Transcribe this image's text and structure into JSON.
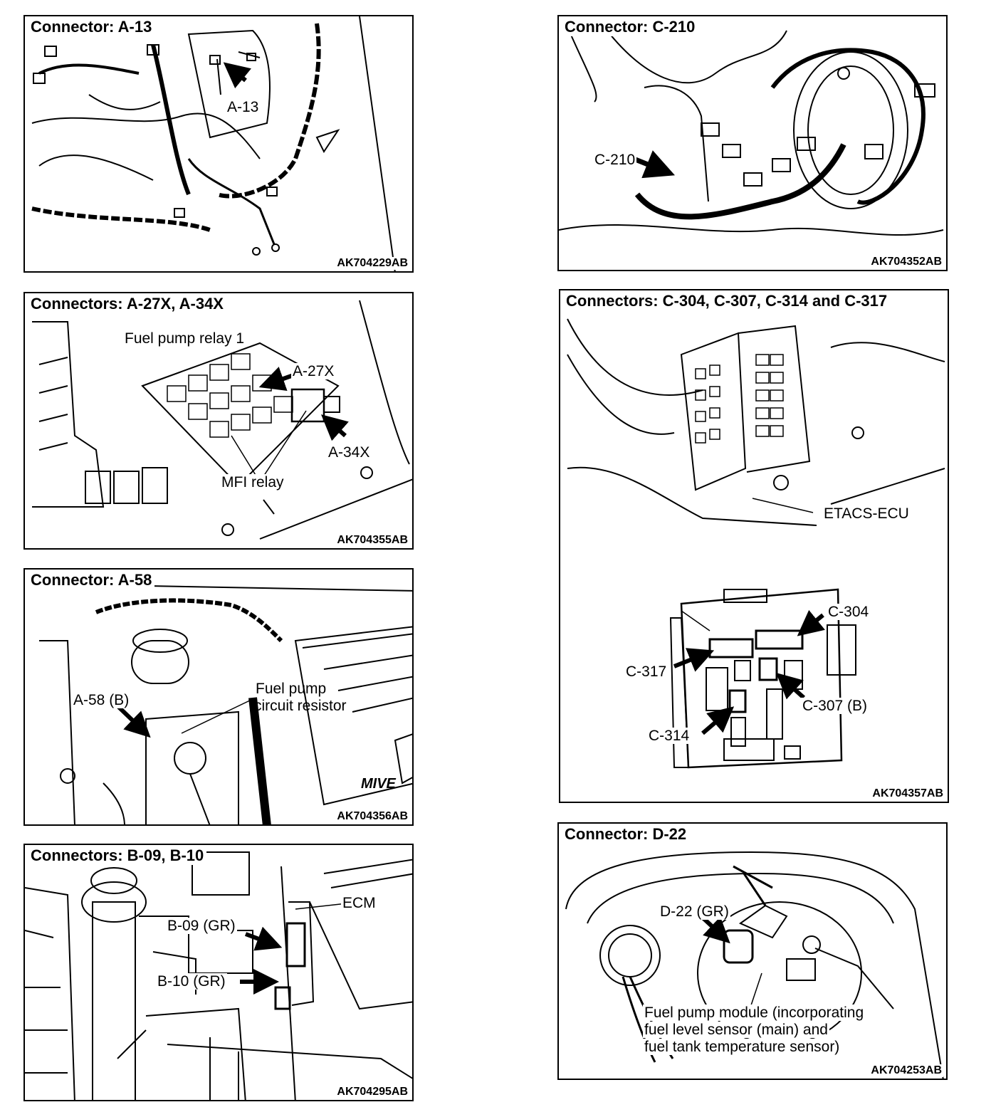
{
  "panels": {
    "a13": {
      "title": "Connector: A-13",
      "code": "AK704229AB",
      "labels": {
        "a13": "A-13"
      }
    },
    "c210": {
      "title": "Connector: C-210",
      "code": "AK704352AB",
      "labels": {
        "c210": "C-210"
      }
    },
    "a27x": {
      "title": "Connectors: A-27X, A-34X",
      "code": "AK704355AB",
      "labels": {
        "relay1": "Fuel pump relay 1",
        "a27x": "A-27X",
        "a34x": "A-34X",
        "mfi": "MFI relay"
      }
    },
    "c304": {
      "title": "Connectors: C-304, C-307, C-314 and C-317",
      "code": "AK704357AB",
      "labels": {
        "etacs": "ETACS-ECU",
        "c304": "C-304",
        "c317": "C-317",
        "c307": "C-307 (B)",
        "c314": "C-314"
      }
    },
    "a58": {
      "title": "Connector: A-58",
      "code": "AK704356AB",
      "labels": {
        "a58": "A-58 (B)",
        "fp1": "Fuel pump",
        "fp2": "circuit resistor",
        "brand": "MIVE"
      }
    },
    "b09": {
      "title": "Connectors: B-09, B-10",
      "code": "AK704295AB",
      "labels": {
        "ecm": "ECM",
        "b09": "B-09 (GR)",
        "b10": "B-10 (GR)"
      }
    },
    "d22": {
      "title": "Connector: D-22",
      "code": "AK704253AB",
      "labels": {
        "d22": "D-22 (GR)",
        "m1": "Fuel pump module (incorporating",
        "m2": "fuel level sensor (main) and",
        "m3": "fuel tank temperature sensor)"
      }
    }
  }
}
